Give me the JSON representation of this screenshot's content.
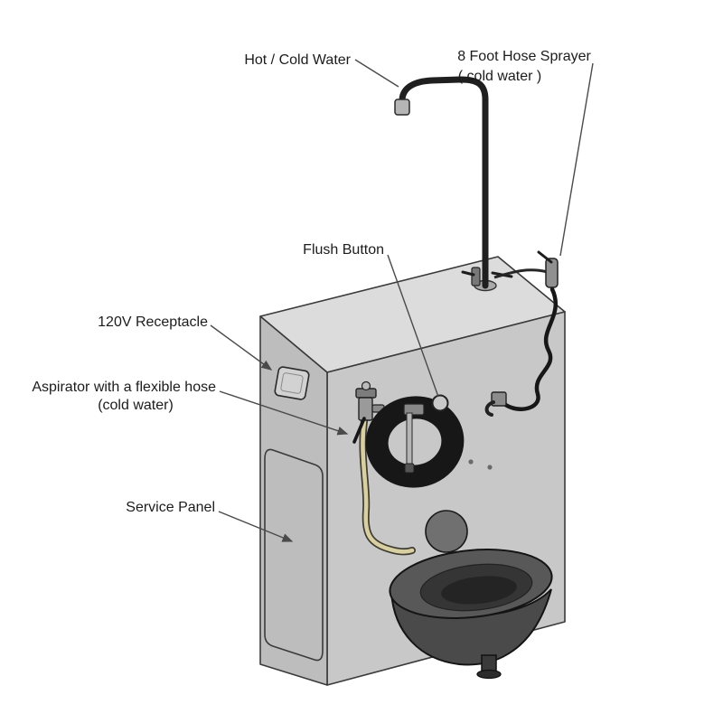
{
  "colors": {
    "background": "#ffffff",
    "cabinet_top": "#dcdcdc",
    "cabinet_front": "#c8c8c8",
    "cabinet_side": "#bdbdbd",
    "bowl": "#585858",
    "bowl_inner": "#353535",
    "hose_black": "#171717",
    "hose_tan": "#d8cfa2",
    "metal": "#9a9a9a",
    "outline": "#3a3a3a",
    "leader": "#4a4a4a",
    "text": "#1c1c1c"
  },
  "labels": {
    "hot_cold_water": "Hot / Cold Water",
    "hose_sprayer": "8 Foot Hose Sprayer",
    "hose_sprayer_sub": "( cold water )",
    "flush_button": "Flush Button",
    "receptacle_120v": "120V Receptacle",
    "aspirator": "Aspirator with a flexible hose",
    "aspirator_sub": "(cold water)",
    "service_panel": "Service Panel"
  }
}
